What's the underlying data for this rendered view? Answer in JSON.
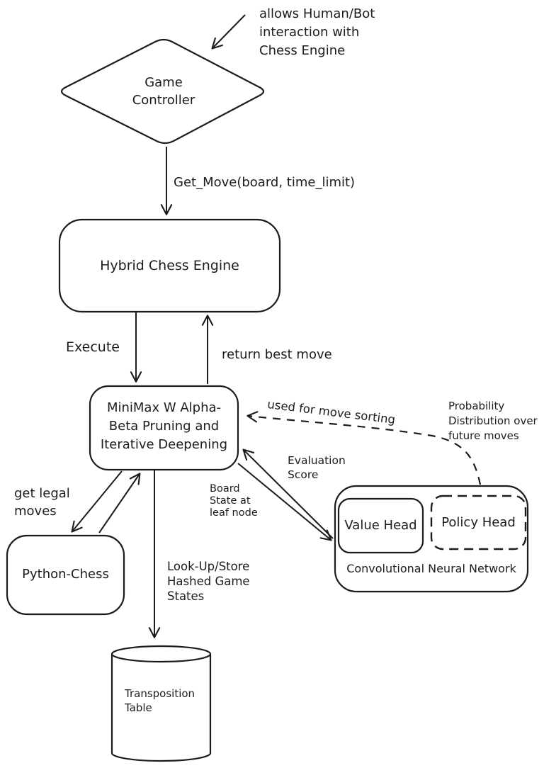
{
  "annotations": {
    "controller_note": "allows Human/Bot\ninteraction with\nChess Engine",
    "probability_note": "Probability\nDistribution over\nfuture moves"
  },
  "nodes": {
    "game_controller": "Game\nController",
    "hybrid_engine": "Hybrid Chess Engine",
    "minimax": "MiniMax W Alpha-\nBeta Pruning and\nIterative Deepening",
    "python_chess": "Python-Chess",
    "cnn": "Convolutional Neural Network",
    "value_head": "Value Head",
    "policy_head": "Policy Head",
    "transposition": "Transposition\nTable"
  },
  "edges": {
    "get_move": "Get_Move(board, time_limit)",
    "execute": "Execute",
    "return_best": "return best move",
    "get_legal": "get legal\nmoves",
    "lookup": "Look-Up/Store\nHashed Game\nStates",
    "board_state": "Board\nState at\nleaf node",
    "eval_score": "Evaluation\nScore",
    "move_sorting": "used for move sorting"
  },
  "colors": {
    "stroke": "#1c1c1c",
    "background": "#ffffff"
  }
}
